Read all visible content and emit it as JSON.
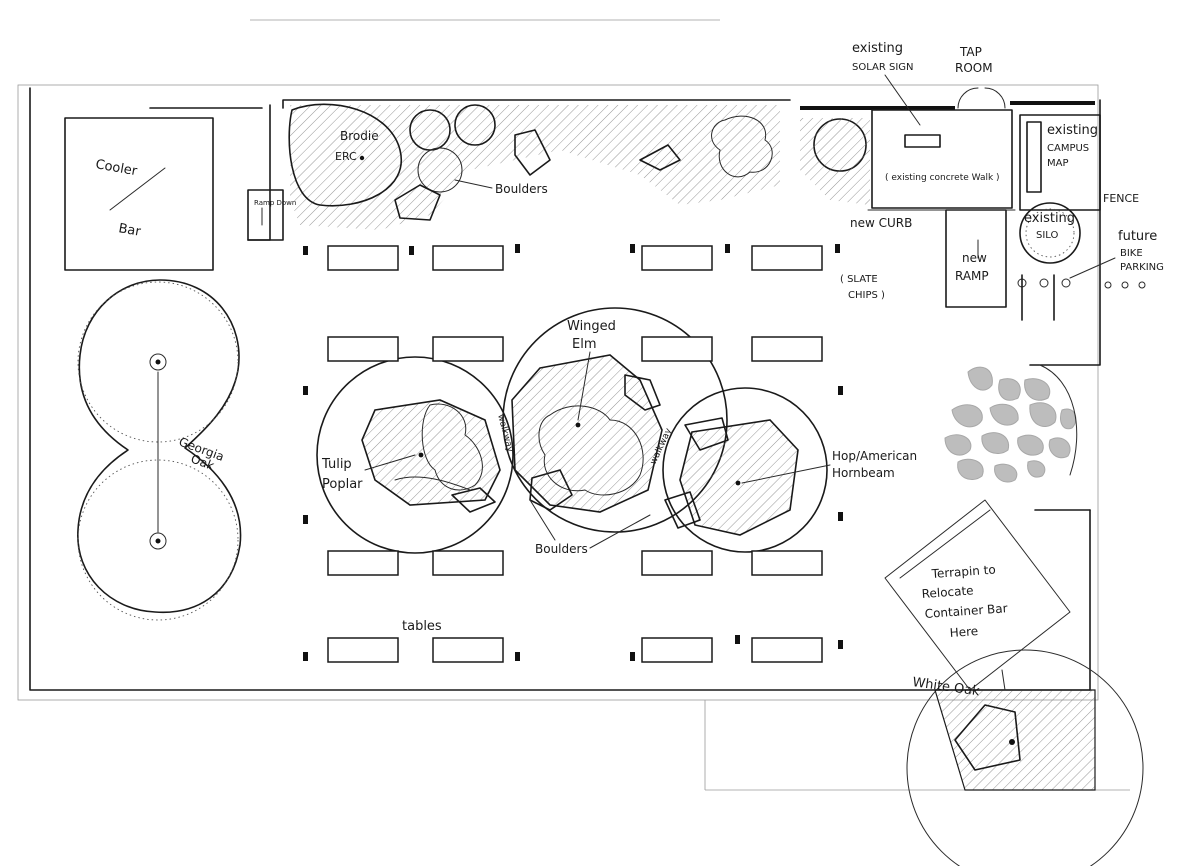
{
  "labels": {
    "cooler": "Cooler",
    "bar": "Bar",
    "ramp_down": "Ramp Down",
    "brodie_1": "Brodie",
    "brodie_2": "ERC",
    "boulders_top": "Boulders",
    "existing_solar_1": "existing",
    "existing_solar_2": "SOLAR SIGN",
    "tap_room_1": "TAP",
    "tap_room_2": "ROOM",
    "existing_walk": "( existing concrete Walk )",
    "existing_map_1": "existing",
    "existing_map_2": "CAMPUS",
    "existing_map_3": "MAP",
    "fence": "FENCE",
    "new_curb": "new CURB",
    "existing_silo_1": "existing",
    "existing_silo_2": "SILO",
    "future_bike_1": "future",
    "future_bike_2": "BIKE",
    "future_bike_3": "PARKING",
    "new_ramp_1": "new",
    "new_ramp_2": "RAMP",
    "slate_chips_1": "( SLATE",
    "slate_chips_2": "CHIPS )",
    "winged_elm_1": "Winged",
    "winged_elm_2": "Elm",
    "georgia_oak_1": "Georgia",
    "georgia_oak_2": "Oak",
    "tulip_poplar_1": "Tulip",
    "tulip_poplar_2": "Poplar",
    "walkway_left": "walkway",
    "walkway_right": "walkway",
    "hop_hornbeam_1": "Hop/American",
    "hop_hornbeam_2": "Hornbeam",
    "boulders_bottom": "Boulders",
    "terrapin_1": "Terrapin to",
    "terrapin_2": "Relocate",
    "terrapin_3": "Container Bar",
    "terrapin_4": "Here",
    "tables": "tables",
    "white_oak": "White Oak"
  },
  "colors": {
    "ink": "#1a1a1a",
    "slate_chips": "#bdbdbd",
    "paper": "#ffffff"
  },
  "icons": {
    "tree_canopy": "tree-canopy-icon",
    "boulder": "boulder-icon",
    "table": "picnic-table-icon",
    "bike_rack": "bike-rack-icon"
  }
}
